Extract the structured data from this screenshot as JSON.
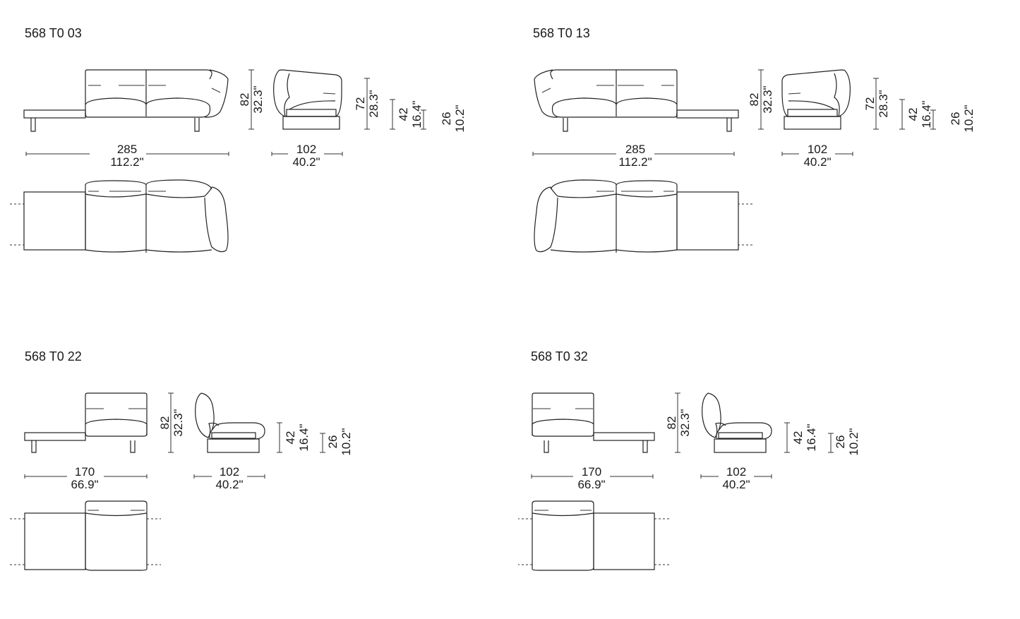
{
  "panels": [
    {
      "code": "568 T0 03",
      "height_cm": "82",
      "height_in": "32.3\"",
      "back_cm": "72",
      "back_in": "28.3\"",
      "seat_cm": "42",
      "seat_in": "16.4\"",
      "base_cm": "26",
      "base_in": "10.2\"",
      "width_cm": "285",
      "width_in": "112.2\"",
      "depth_cm": "102",
      "depth_in": "40.2\""
    },
    {
      "code": "568 T0 13",
      "height_cm": "82",
      "height_in": "32.3\"",
      "back_cm": "72",
      "back_in": "28.3\"",
      "seat_cm": "42",
      "seat_in": "16.4\"",
      "base_cm": "26",
      "base_in": "10.2\"",
      "width_cm": "285",
      "width_in": "112.2\"",
      "depth_cm": "102",
      "depth_in": "40.2\""
    },
    {
      "code": "568 T0 22",
      "height_cm": "82",
      "height_in": "32.3\"",
      "seat_cm": "42",
      "seat_in": "16.4\"",
      "base_cm": "26",
      "base_in": "10.2\"",
      "width_cm": "170",
      "width_in": "66.9\"",
      "depth_cm": "102",
      "depth_in": "40.2\""
    },
    {
      "code": "568 T0 32",
      "height_cm": "82",
      "height_in": "32.3\"",
      "seat_cm": "42",
      "seat_in": "16.4\"",
      "base_cm": "26",
      "base_in": "10.2\"",
      "width_cm": "170",
      "width_in": "66.9\"",
      "depth_cm": "102",
      "depth_in": "40.2\""
    }
  ]
}
